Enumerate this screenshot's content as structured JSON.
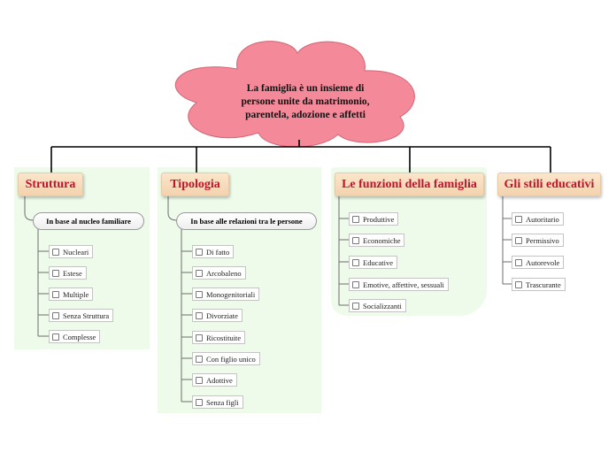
{
  "central": {
    "lines": [
      "La famiglia è un insieme di",
      "persone unite da matrimonio,",
      "parentela, adozione e affetti"
    ],
    "color": "#f4899a"
  },
  "categories": [
    {
      "label": "Struttura",
      "group": "In base al nucleo familiare",
      "items": [
        "Nucleari",
        "Estese",
        "Multiple",
        "Senza Struttura",
        "Complesse"
      ]
    },
    {
      "label": "Tipologia",
      "group": "In base alle relazioni tra le persone",
      "items": [
        "Di fatto",
        "Arcobaleno",
        "Monogenitoriali",
        "Divorziate",
        "Ricostituite",
        "Con figlio unico",
        "Adottive",
        "Senza figli"
      ]
    },
    {
      "label": "Le funzioni della famiglia",
      "items": [
        "Produttive",
        "Economiche",
        "Educative",
        "Emotive, affettive, sessuali",
        "Socializzanti"
      ]
    },
    {
      "label": "Gli stili educativi",
      "items": [
        "Autoritario",
        "Permissivo",
        "Autorevole",
        "Trascurante"
      ]
    }
  ],
  "colors": {
    "category_text": "#c0142a",
    "panel": "#eefbea",
    "connector": "#000000"
  }
}
